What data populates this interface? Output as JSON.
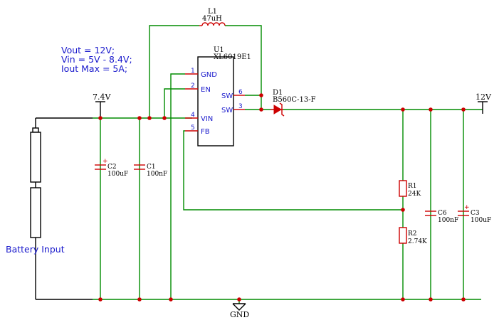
{
  "notes": [
    "Vout = 12V;",
    "Vin = 5V - 8.4V;",
    "Iout Max = 5A;"
  ],
  "battery_label": "Battery Input",
  "nets": {
    "vin": "7.4V",
    "vout": "12V",
    "gnd": "GND"
  },
  "u1": {
    "ref": "U1",
    "part": "XL6019E1",
    "pins": [
      {
        "num": "1",
        "name": "GND"
      },
      {
        "num": "2",
        "name": "EN"
      },
      {
        "num": "4",
        "name": "VIN"
      },
      {
        "num": "5",
        "name": "FB"
      },
      {
        "num": "6",
        "name": "SW"
      },
      {
        "num": "3",
        "name": "SW"
      }
    ]
  },
  "l1": {
    "ref": "L1",
    "value": "47uH"
  },
  "d1": {
    "ref": "D1",
    "value": "B560C-13-F"
  },
  "c2": {
    "ref": "C2",
    "value": "100uF",
    "pol": "+"
  },
  "c1": {
    "ref": "C1",
    "value": "100nF"
  },
  "r1": {
    "ref": "R1",
    "value": "24K"
  },
  "r2": {
    "ref": "R2",
    "value": "2.74K"
  },
  "c6": {
    "ref": "C6",
    "value": "100nF"
  },
  "c3": {
    "ref": "C3",
    "value": "100uF",
    "pol": "+"
  }
}
